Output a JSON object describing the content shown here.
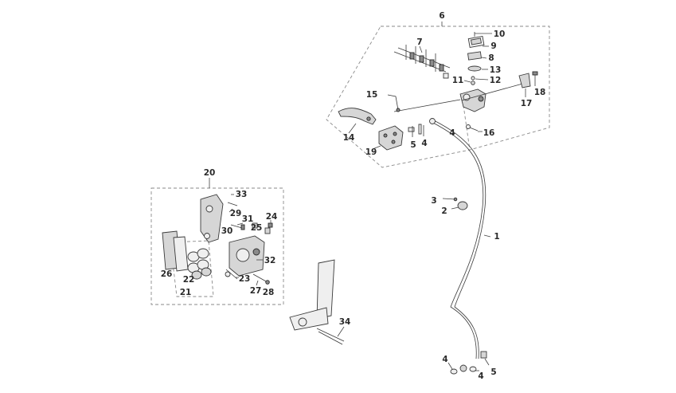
{
  "diagram": {
    "callouts": [
      "1",
      "2",
      "3",
      "4",
      "5",
      "6",
      "7",
      "8",
      "9",
      "10",
      "11",
      "12",
      "13",
      "14",
      "15",
      "16",
      "17",
      "18",
      "19",
      "20",
      "21",
      "22",
      "23",
      "24",
      "25",
      "26",
      "27",
      "28",
      "29",
      "30",
      "31",
      "32",
      "33",
      "34"
    ],
    "repeat_labels": {
      "four_b": "4",
      "four_c": "4",
      "four_d": "4",
      "five_b": "5"
    },
    "colors": {
      "line": "#3a3a3a",
      "fill": "#d6d6d6",
      "label": "#2a2a2a",
      "group_border": "#8a8a8a",
      "background": "#ffffff"
    }
  }
}
